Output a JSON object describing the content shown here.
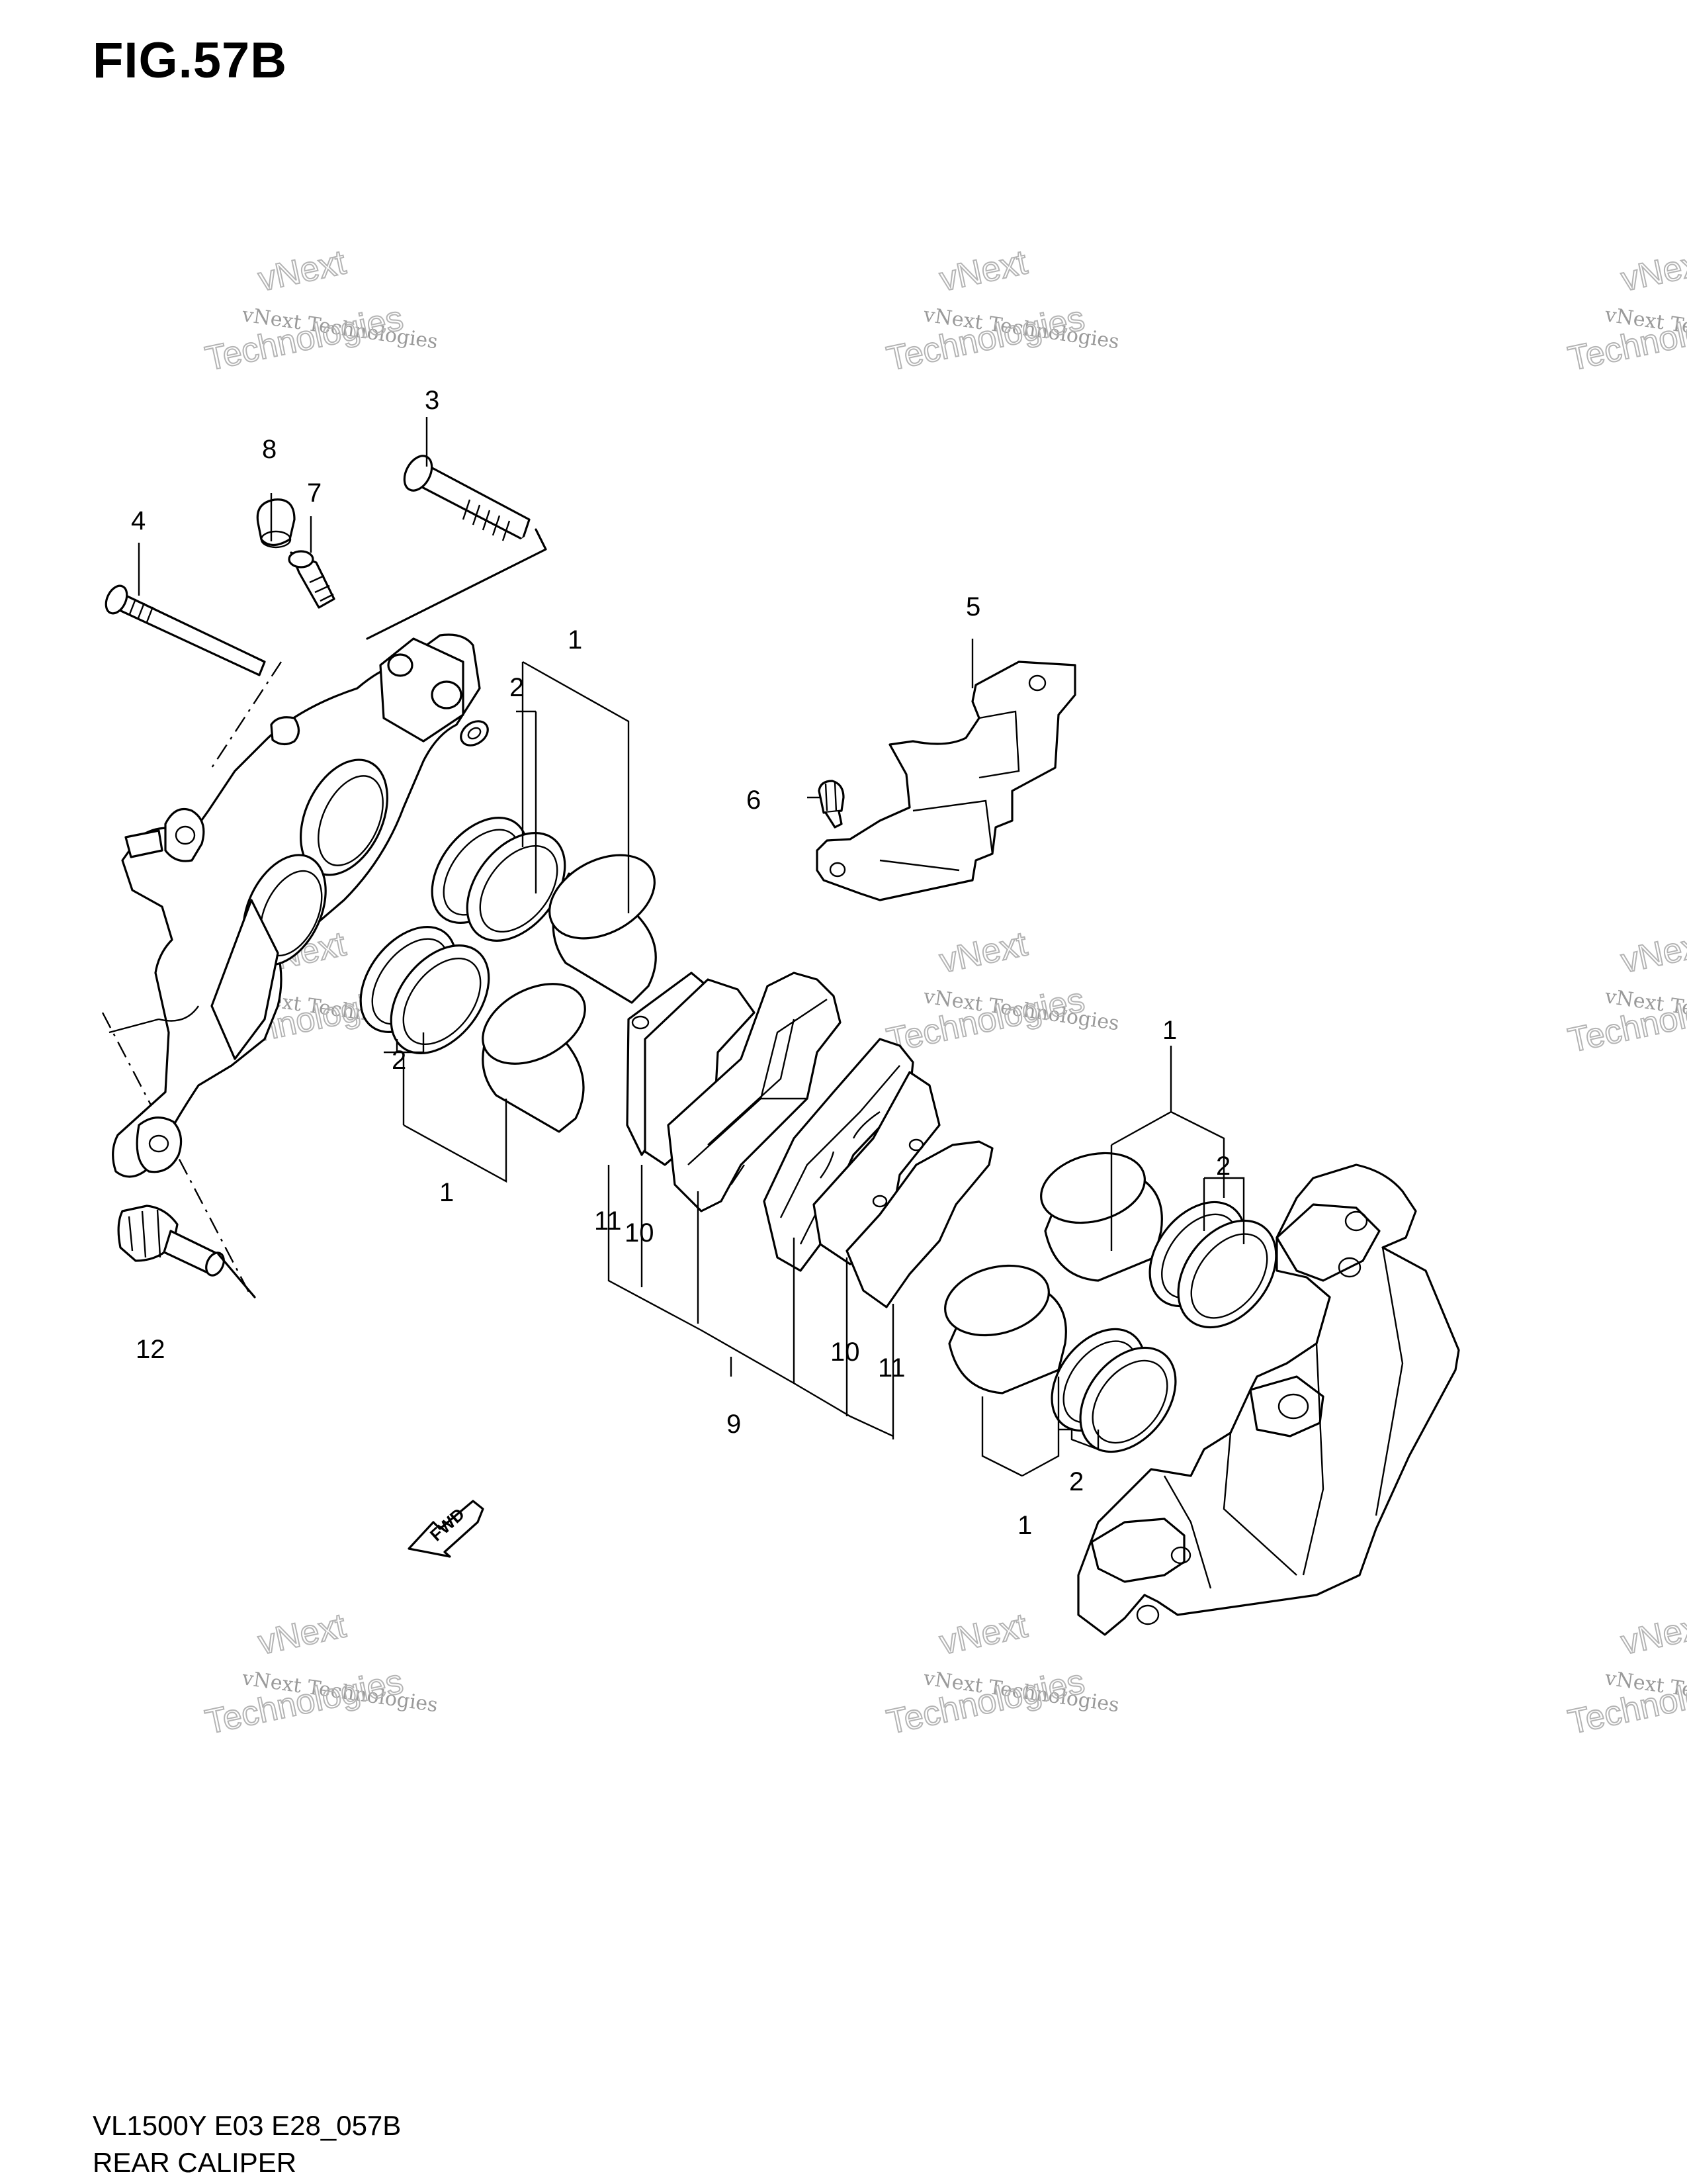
{
  "figure": {
    "title": "FIG.57B"
  },
  "footer": {
    "model_code": "VL1500Y E03 E28_057B",
    "section_name": "REAR CALIPER"
  },
  "watermark": {
    "line1": "vNext",
    "line2": "vNext Technologies",
    "line3": "Technologies"
  },
  "arrow": {
    "label": "FWD"
  },
  "callouts": {
    "c1a": "1",
    "c1b": "1",
    "c1c": "1",
    "c1d": "1",
    "c2a": "2",
    "c2b": "2",
    "c2c": "2",
    "c2d": "2",
    "c3": "3",
    "c4": "4",
    "c5": "5",
    "c6": "6",
    "c7": "7",
    "c8": "8",
    "c9": "9",
    "c10a": "10",
    "c10b": "10",
    "c11a": "11",
    "c11b": "11",
    "c12": "12"
  }
}
